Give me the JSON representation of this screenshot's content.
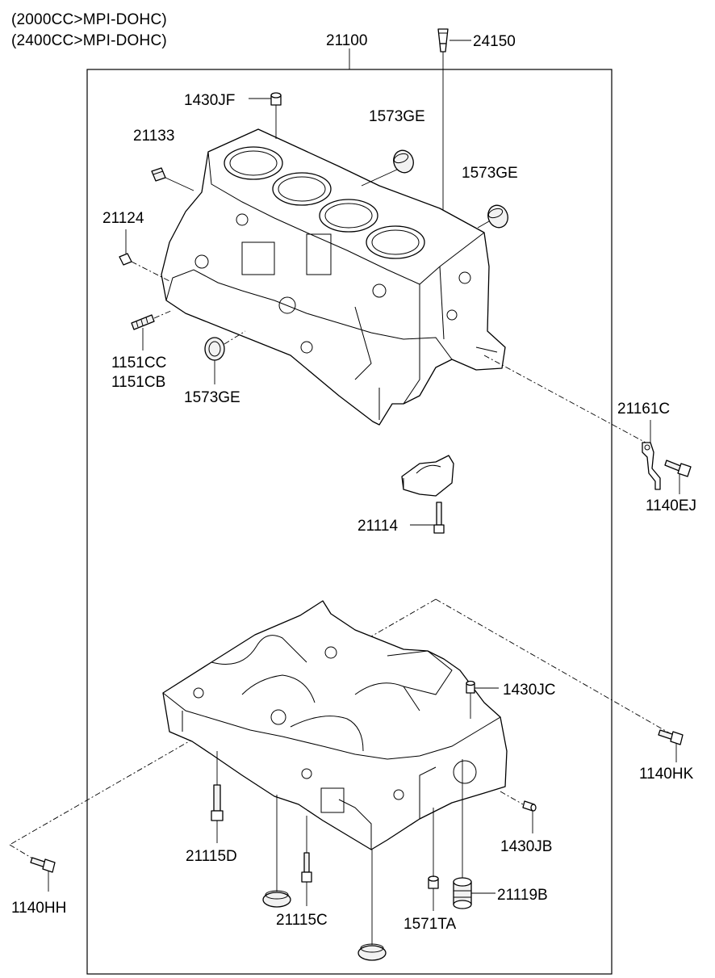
{
  "header": {
    "line1": "(2000CC>MPI-DOHC)",
    "line2": "(2400CC>MPI-DOHC)"
  },
  "labels": {
    "assembly": "21100",
    "p24150": "24150",
    "p1430JF": "1430JF",
    "p1573GE_a": "1573GE",
    "p1573GE_b": "1573GE",
    "p1573GE_c": "1573GE",
    "p21133": "21133",
    "p21124": "21124",
    "p1151CC": "1151CC",
    "p1151CB": "1151CB",
    "p21161C": "21161C",
    "p1140EJ": "1140EJ",
    "p21114": "21114",
    "p1430JC": "1430JC",
    "p1140HK": "1140HK",
    "p1430JB": "1430JB",
    "p21115D": "21115D",
    "p21115C": "21115C",
    "p1571TA": "1571TA",
    "p21119B": "21119B",
    "p1140HH": "1140HH"
  }
}
